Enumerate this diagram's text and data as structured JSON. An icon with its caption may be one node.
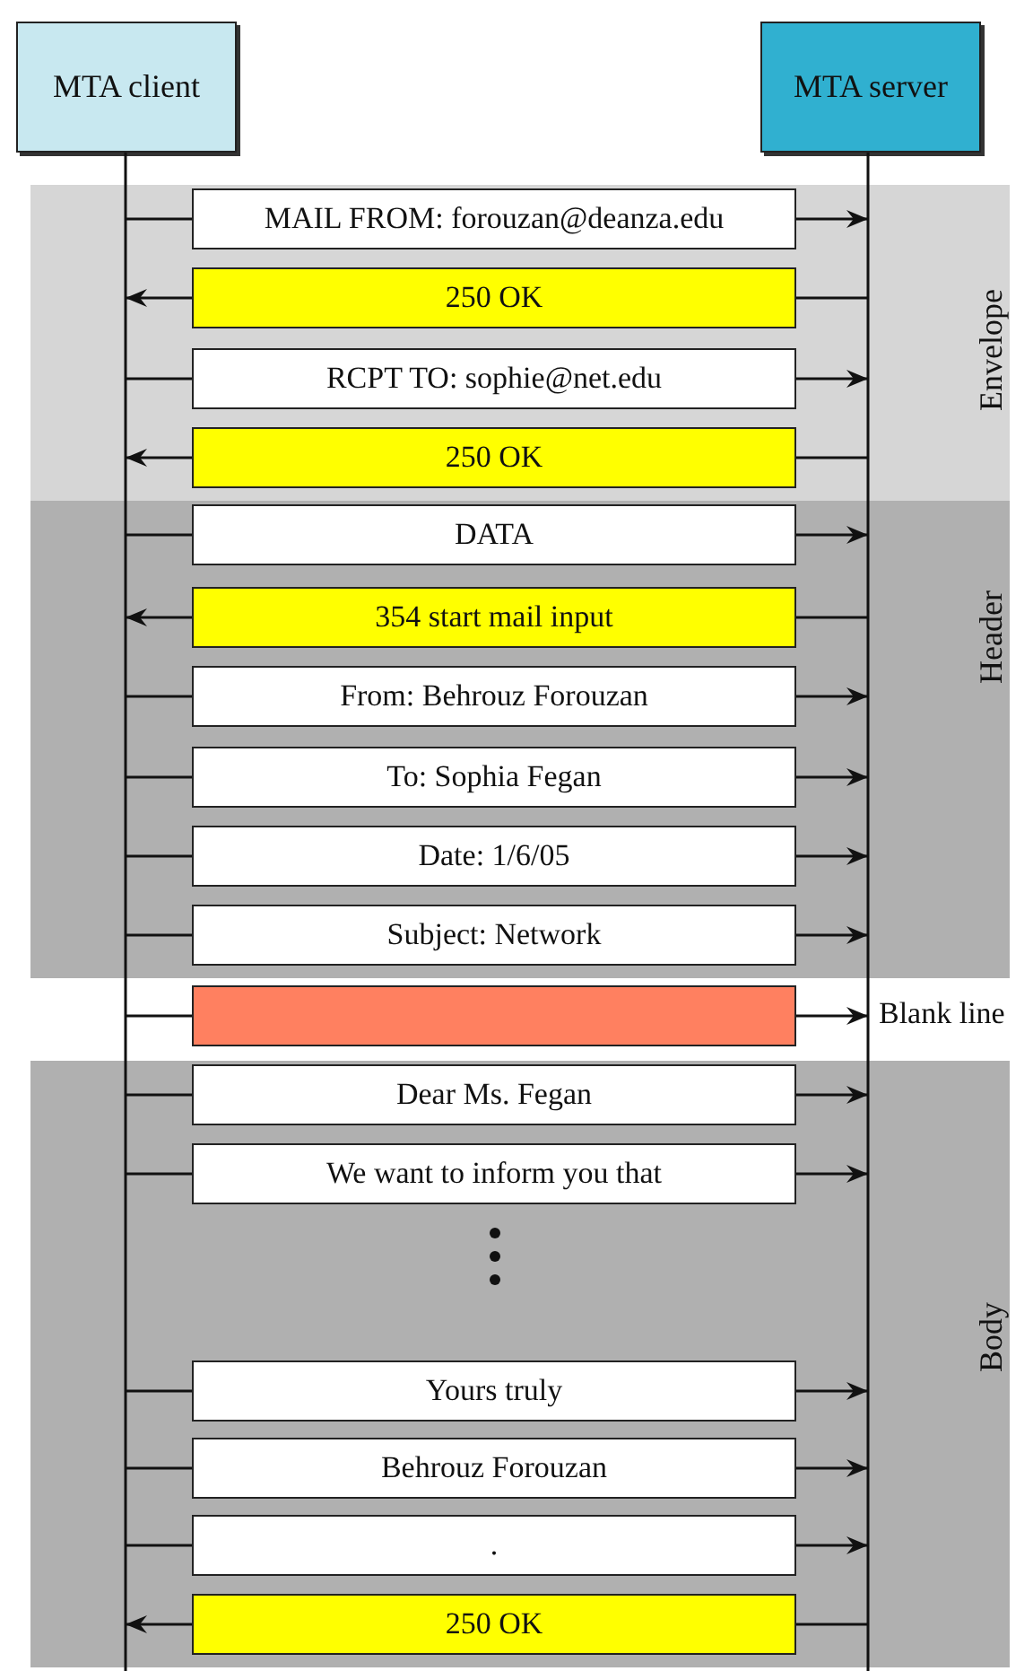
{
  "diagram": {
    "nodes": [
      {
        "text": [
          "MTA client"
        ]
      },
      {
        "text": [
          "MTA server"
        ]
      },
      {
        "text": [
          "Envelope"
        ]
      },
      {
        "text": [
          "MAIL FROM: forouzan@deanza.edu"
        ],
        "in": 2
      },
      {
        "text": [
          "250 OK"
        ],
        "in": 2
      },
      {
        "text": [
          "RCPT TO: sophie@net.edu"
        ],
        "in": 2
      },
      {
        "text": [
          "250 OK"
        ],
        "in": 2
      },
      {
        "text": [
          "Header"
        ]
      },
      {
        "text": [
          "DATA"
        ],
        "in": 7
      },
      {
        "text": [
          "354 start mail input"
        ],
        "in": 7
      },
      {
        "text": [
          "From: Behrouz Forouzan"
        ],
        "in": 7
      },
      {
        "text": [
          "To: Sophia Fegan"
        ],
        "in": 7
      },
      {
        "text": [
          "Date: 1/6/05"
        ],
        "in": 7
      },
      {
        "text": [
          "Subject: Network"
        ],
        "in": 7
      },
      {
        "text": [],
        "shape": "box"
      },
      {
        "text": [
          "Body"
        ]
      },
      {
        "text": [
          "Dear Ms. Fegan"
        ],
        "in": 15
      },
      {
        "text": [
          "We want to inform you that"
        ],
        "in": 15
      },
      {
        "text": [
          "Yours truly"
        ],
        "in": 15
      },
      {
        "text": [
          "Behrouz Forouzan"
        ],
        "in": 15
      },
      {
        "text": [
          "."
        ],
        "in": 15
      },
      {
        "text": [
          "250 OK"
        ],
        "in": 15
      }
    ],
    "edges": [
      {
        "from": 0,
        "to": 3,
        "arrow": "none"
      },
      {
        "from": 3,
        "to": 1,
        "arrow": "to"
      },
      {
        "from": 1,
        "to": 4,
        "arrow": "none"
      },
      {
        "from": 4,
        "to": 0,
        "arrow": "to"
      },
      {
        "from": 0,
        "to": 5,
        "arrow": "none"
      },
      {
        "from": 5,
        "to": 1,
        "arrow": "to"
      },
      {
        "from": 1,
        "to": 6,
        "arrow": "none"
      },
      {
        "from": 6,
        "to": 0,
        "arrow": "to"
      },
      {
        "from": 0,
        "to": 8,
        "arrow": "none"
      },
      {
        "from": 8,
        "to": 1,
        "arrow": "to"
      },
      {
        "from": 1,
        "to": 9,
        "arrow": "none"
      },
      {
        "from": 9,
        "to": 0,
        "arrow": "to"
      },
      {
        "from": 0,
        "to": 10,
        "arrow": "none"
      },
      {
        "from": 10,
        "to": 1,
        "arrow": "to"
      },
      {
        "from": 0,
        "to": 11,
        "arrow": "none"
      },
      {
        "from": 11,
        "to": 1,
        "arrow": "to"
      },
      {
        "from": 0,
        "to": 12,
        "arrow": "none"
      },
      {
        "from": 12,
        "to": 1,
        "arrow": "to"
      },
      {
        "from": 0,
        "to": 13,
        "arrow": "none"
      },
      {
        "from": 13,
        "to": 1,
        "arrow": "to"
      },
      {
        "from": 0,
        "to": 14,
        "arrow": "none"
      },
      {
        "from": 14,
        "to": 1,
        "arrow": "to"
      },
      {
        "from": 0,
        "to": 16,
        "arrow": "none"
      },
      {
        "from": 16,
        "to": 1,
        "arrow": "to"
      },
      {
        "from": 0,
        "to": 17,
        "arrow": "none"
      },
      {
        "from": 17,
        "to": 1,
        "arrow": "to"
      },
      {
        "from": 0,
        "to": 18,
        "arrow": "none"
      },
      {
        "from": 18,
        "to": 1,
        "arrow": "to"
      },
      {
        "from": 0,
        "to": 19,
        "arrow": "none"
      },
      {
        "from": 19,
        "to": 1,
        "arrow": "to"
      },
      {
        "from": 0,
        "to": 20,
        "arrow": "none"
      },
      {
        "from": 20,
        "to": 1,
        "arrow": "to"
      },
      {
        "from": 1,
        "to": 21,
        "arrow": "none"
      },
      {
        "from": 21,
        "to": 0,
        "arrow": "to"
      }
    ],
    "labels": [
      "Blank line"
    ]
  }
}
